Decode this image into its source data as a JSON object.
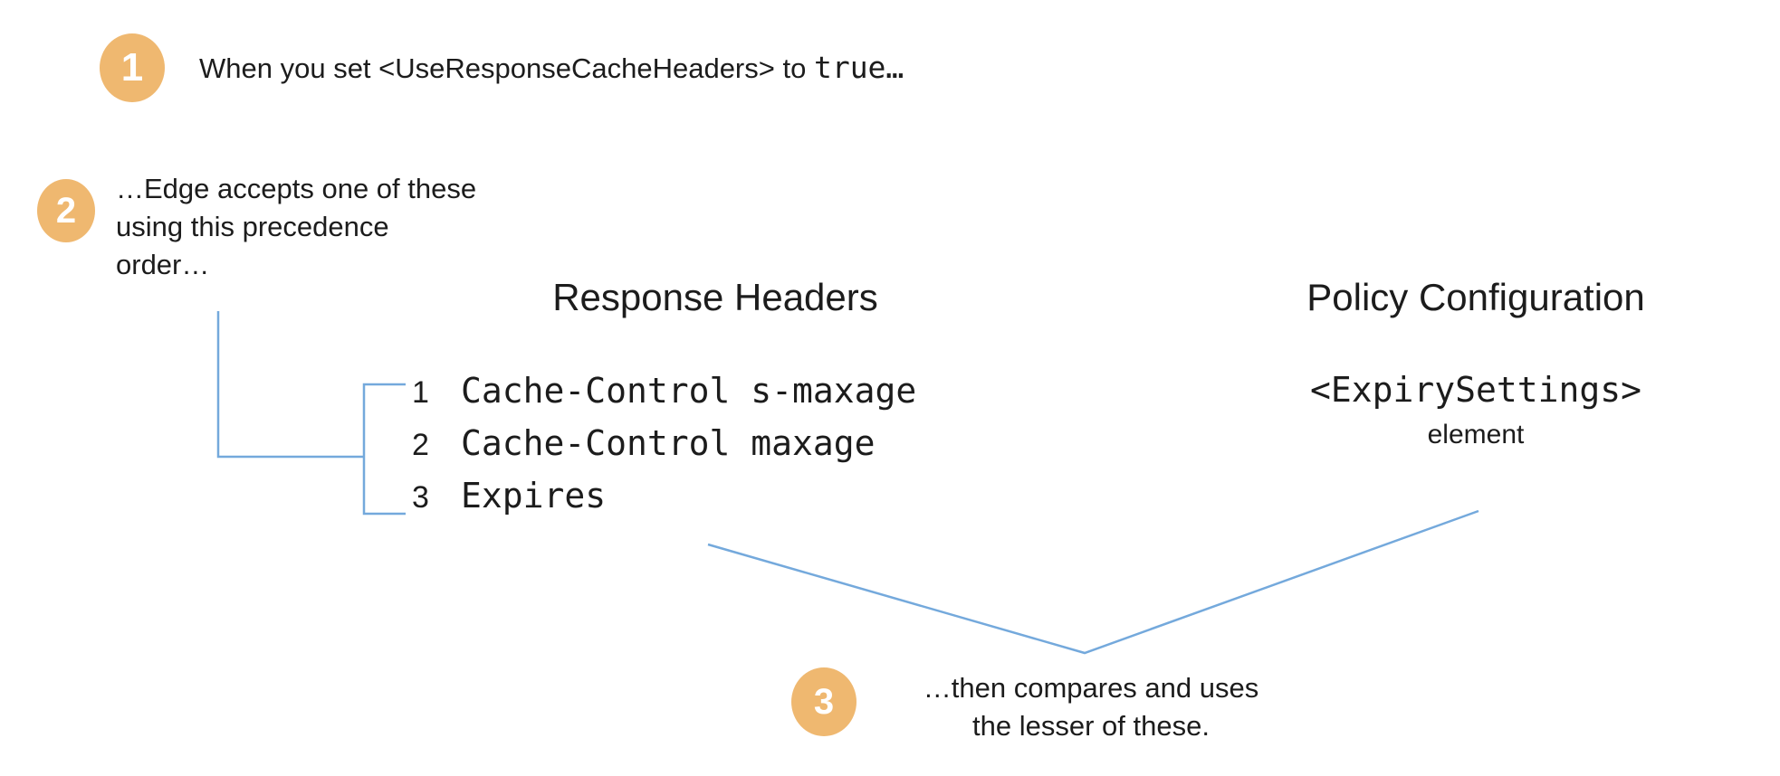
{
  "colors": {
    "accent_orange": "#EFB870",
    "line_blue": "#74A9DC",
    "text": "#1C1C1C"
  },
  "steps": [
    {
      "number": "1",
      "text_sans": "When you set <UseResponseCacheHeaders> to ",
      "text_mono": "true…"
    },
    {
      "number": "2",
      "line1": "…Edge accepts one of these",
      "line2": "using this precedence",
      "line3": "order…"
    },
    {
      "number": "3",
      "line1": "…then compares and uses",
      "line2": "the lesser of these."
    }
  ],
  "columns": {
    "response_headers": {
      "title": "Response Headers",
      "items": [
        {
          "num": "1",
          "label": "Cache-Control s-maxage"
        },
        {
          "num": "2",
          "label": "Cache-Control maxage"
        },
        {
          "num": "3",
          "label": "Expires"
        }
      ]
    },
    "policy_configuration": {
      "title": "Policy Configuration",
      "element_tag": "<ExpirySettings>",
      "element_caption": "element"
    }
  },
  "icons": {
    "connector_bracket": "precedence-bracket",
    "connector_v": "compare-merge-lines"
  }
}
